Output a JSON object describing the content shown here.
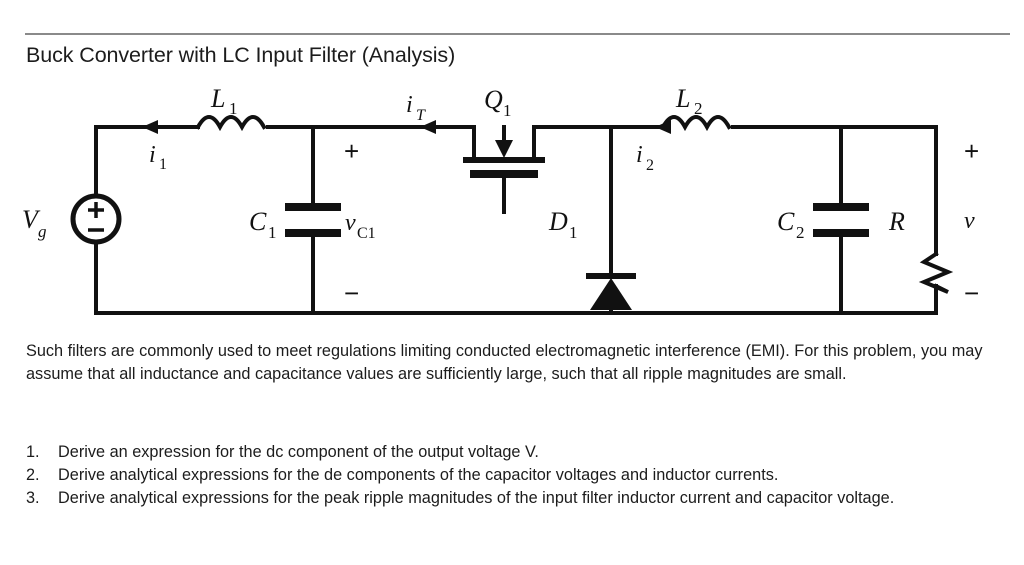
{
  "header": {
    "title": "Buck Converter with LC Input Filter (Analysis)",
    "rule_color": "#8a8a8a"
  },
  "figure": {
    "name": "buck-converter-with-lc-input-filter-schematic",
    "wire_color": "#111111",
    "background": "#ffffff",
    "labels": {
      "source": "V",
      "source_sub": "g",
      "source_plus": "+",
      "source_minus": "−",
      "inductor1": "L",
      "inductor1_sub": "1",
      "current1": "i",
      "current1_sub": "1",
      "capacitor1": "C",
      "capacitor1_sub": "1",
      "vc1": "v",
      "vc1_sub": "C1",
      "vc1_plus": "+",
      "vc1_minus": "−",
      "current_t": "i",
      "current_t_sub": "T",
      "transistor": "Q",
      "transistor_sub": "1",
      "diode": "D",
      "diode_sub": "1",
      "inductor2": "L",
      "inductor2_sub": "2",
      "current2": "i",
      "current2_sub": "2",
      "capacitor2": "C",
      "capacitor2_sub": "2",
      "resistor": "R",
      "output_voltage": "v",
      "output_plus": "+",
      "output_minus": "−"
    }
  },
  "body": {
    "intro_paragraph": "Such filters are commonly used to meet regulations limiting conducted electromagnetic interference (EMI). For this problem, you may assume that all inductance and capacitance values are sufficiently large, such that all ripple magnitudes are small."
  },
  "tasks": [
    {
      "number": "1.",
      "text": "Derive an expression for the dc component of the output voltage V."
    },
    {
      "number": "2.",
      "text": "Derive analytical expressions for the de components of the capacitor voltages and inductor currents."
    },
    {
      "number": "3.",
      "text": "Derive analytical expressions for the peak ripple magnitudes of the input filter inductor current and capacitor voltage."
    }
  ]
}
